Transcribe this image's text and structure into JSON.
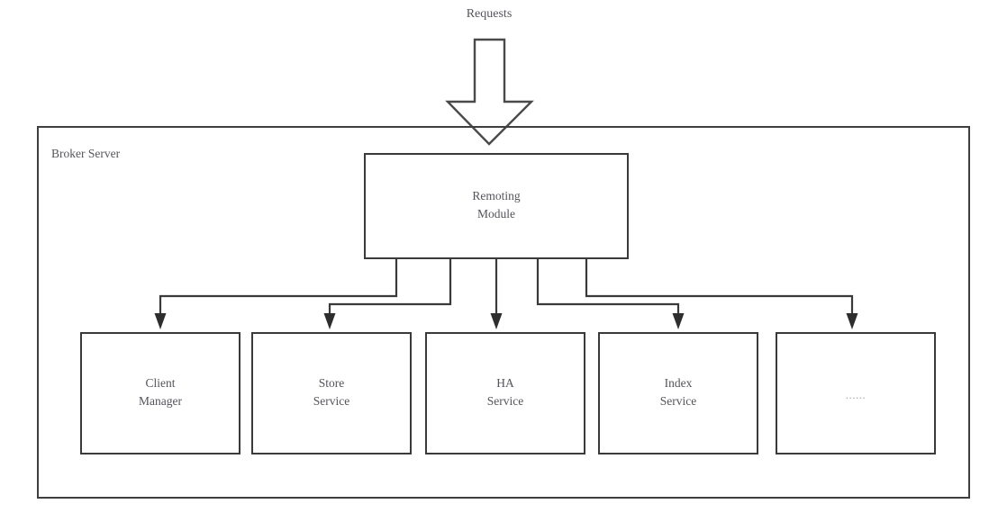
{
  "diagram": {
    "type": "block-architecture",
    "title": "Requests",
    "container": {
      "label": "Broker Server"
    },
    "input_arrow": {
      "name": "requests-inflow-arrow",
      "direction": "down",
      "fill": "#ffffff",
      "stroke": "#4a4a4a"
    },
    "hub": {
      "label_line1": "Remoting",
      "label_line2": "Module"
    },
    "services": [
      {
        "id": "client-manager",
        "line1": "Client",
        "line2": "Manager"
      },
      {
        "id": "store-service",
        "line1": "Store",
        "line2": "Service"
      },
      {
        "id": "ha-service",
        "line1": "HA",
        "line2": "Service"
      },
      {
        "id": "index-service",
        "line1": "Index",
        "line2": "Service"
      },
      {
        "id": "more-services",
        "line1": "",
        "line2": "......"
      }
    ],
    "colors": {
      "stroke": "#3a3a3a",
      "text": "#55535a",
      "ellipsis": "#a9a7ad",
      "background": "#ffffff"
    }
  }
}
